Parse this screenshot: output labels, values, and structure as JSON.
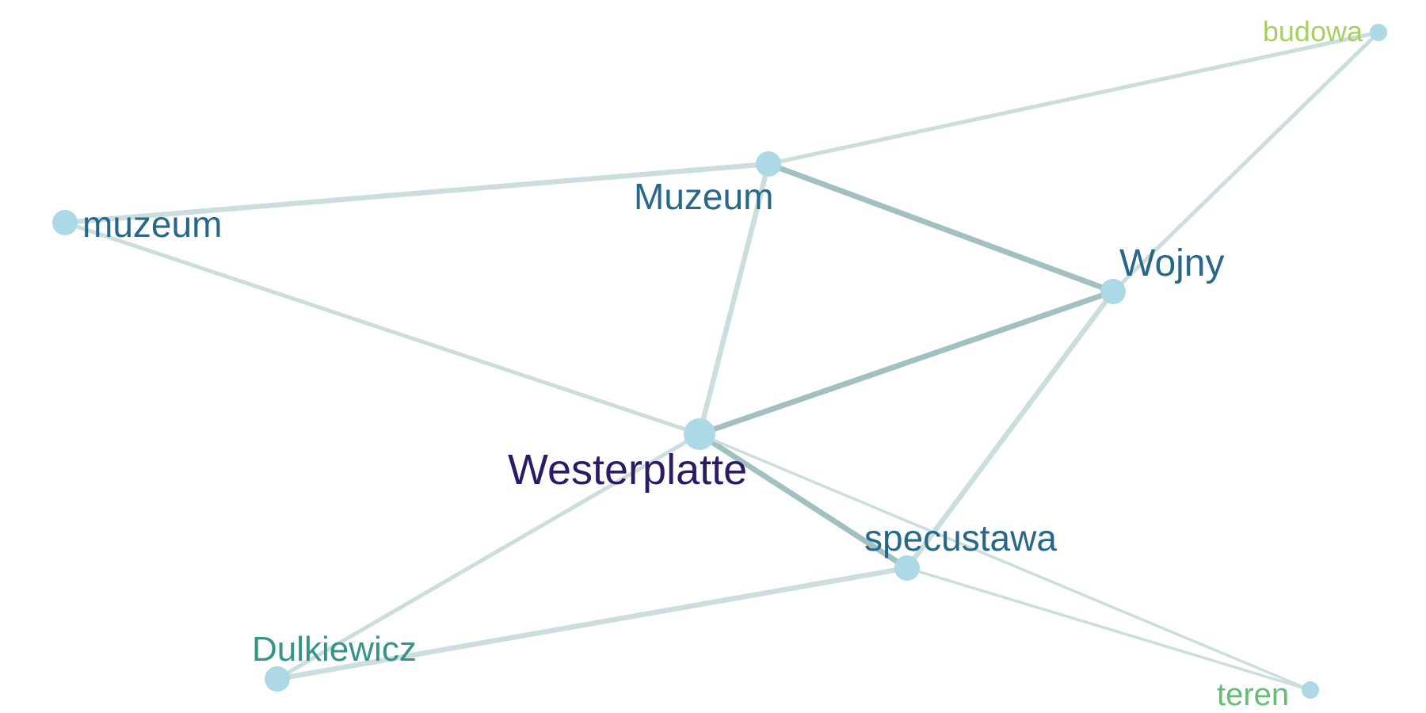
{
  "graph": {
    "nodes": [
      {
        "id": "budowa",
        "label": "budowa",
        "label_color": "#a6d162",
        "size": "small"
      },
      {
        "id": "Muzeum",
        "label": "Muzeum",
        "label_color": "#27688a",
        "size": "medium"
      },
      {
        "id": "muzeum",
        "label": "muzeum",
        "label_color": "#27688a",
        "size": "medium"
      },
      {
        "id": "Wojny",
        "label": "Wojny",
        "label_color": "#27688a",
        "size": "medium"
      },
      {
        "id": "Westerplatte",
        "label": "Westerplatte",
        "label_color": "#2d1a66",
        "size": "large"
      },
      {
        "id": "specustawa",
        "label": "specustawa",
        "label_color": "#27688a",
        "size": "medium"
      },
      {
        "id": "Dulkiewicz",
        "label": "Dulkiewicz",
        "label_color": "#36938a",
        "size": "medium"
      },
      {
        "id": "teren",
        "label": "teren",
        "label_color": "#63be74",
        "size": "small"
      }
    ],
    "edges": [
      {
        "source": "muzeum",
        "target": "Muzeum",
        "weight": "medium"
      },
      {
        "source": "Muzeum",
        "target": "budowa",
        "weight": "light"
      },
      {
        "source": "Muzeum",
        "target": "Wojny",
        "weight": "heavy"
      },
      {
        "source": "Muzeum",
        "target": "Westerplatte",
        "weight": "medium"
      },
      {
        "source": "budowa",
        "target": "Wojny",
        "weight": "light"
      },
      {
        "source": "muzeum",
        "target": "Westerplatte",
        "weight": "light"
      },
      {
        "source": "Westerplatte",
        "target": "Wojny",
        "weight": "heavy"
      },
      {
        "source": "Westerplatte",
        "target": "specustawa",
        "weight": "heavy"
      },
      {
        "source": "Westerplatte",
        "target": "teren",
        "weight": "thin"
      },
      {
        "source": "Westerplatte",
        "target": "Dulkiewicz",
        "weight": "light"
      },
      {
        "source": "Wojny",
        "target": "specustawa",
        "weight": "medium"
      },
      {
        "source": "specustawa",
        "target": "Dulkiewicz",
        "weight": "medium"
      },
      {
        "source": "specustawa",
        "target": "teren",
        "weight": "thin"
      }
    ],
    "colors": {
      "node_fill": "#add8e6",
      "edge_light": "#cbdddd",
      "edge_heavy": "#a2c0c0"
    }
  }
}
